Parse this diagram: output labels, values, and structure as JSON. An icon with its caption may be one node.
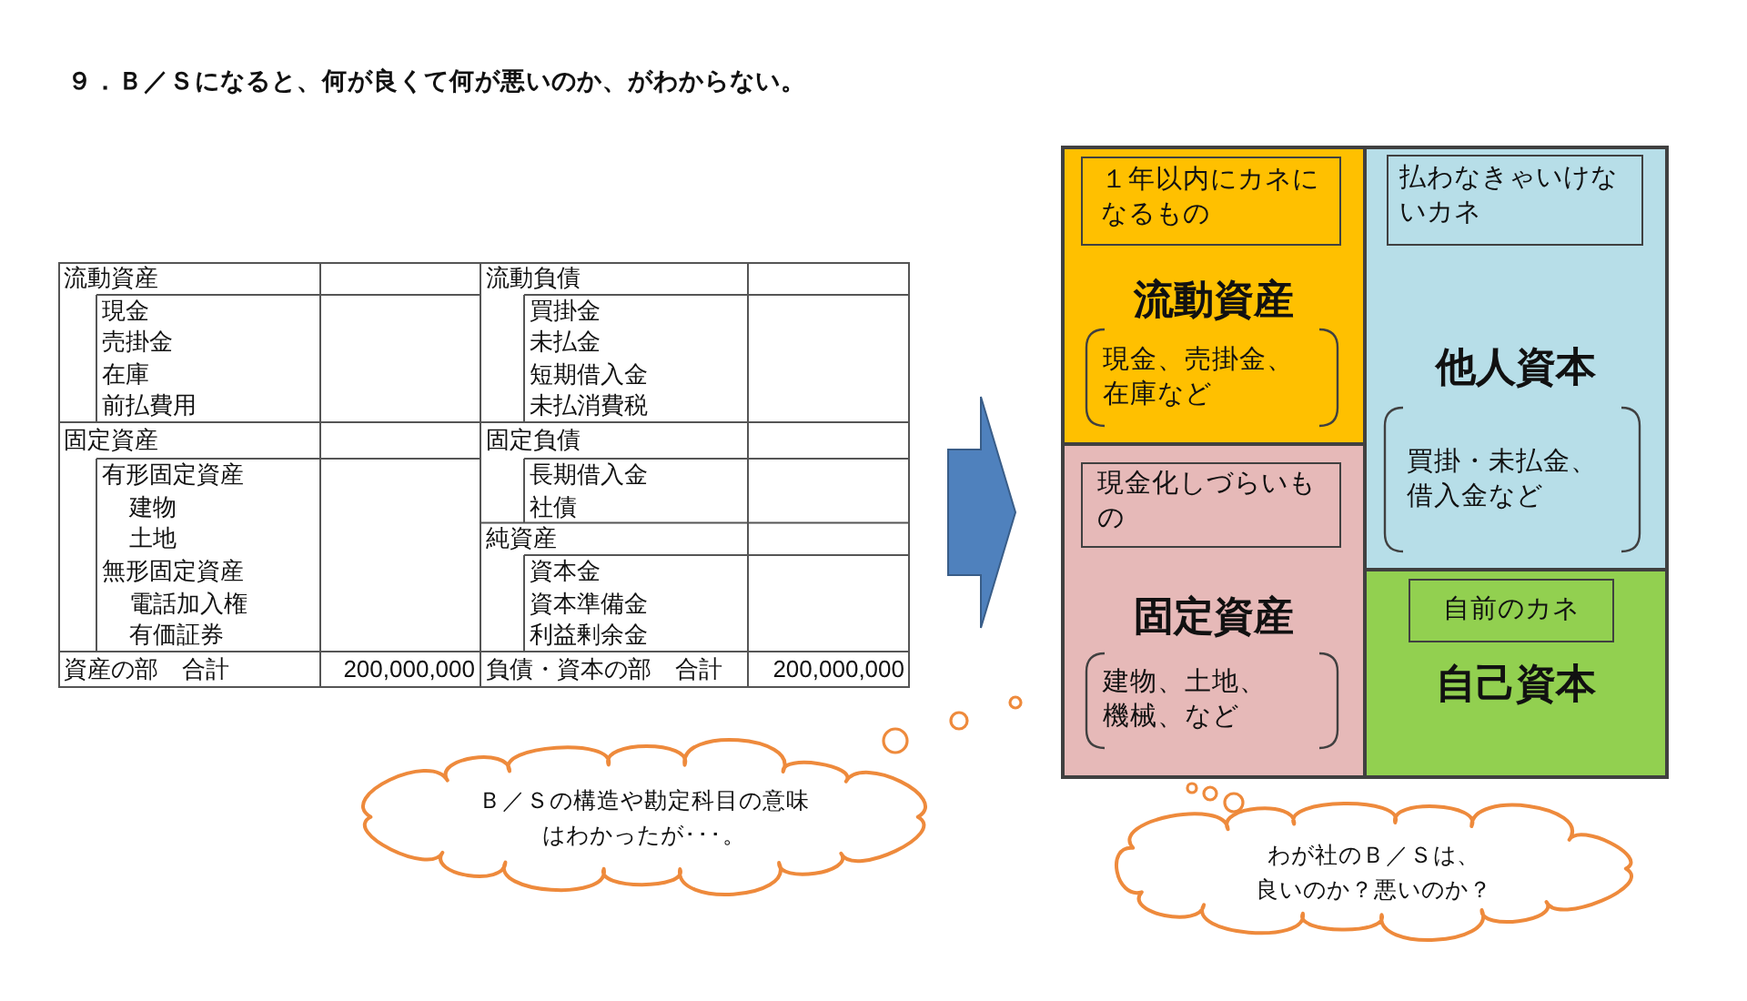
{
  "diagram": {
    "title": "９．Ｂ／Ｓになると、何が良くて何が悪いのか、がわからない。",
    "nodes": [
      {
        "text": [
          "流動資産",
          "流動負債",
          "現金",
          "買掛金",
          "売掛金",
          "未払金",
          "在庫",
          "短期借入金",
          "前払費用",
          "未払消費税",
          "固定資産",
          "固定負債",
          "有形固定資産",
          "長期借入金",
          "建物",
          "社債",
          "土地",
          "純資産",
          "無形固定資産",
          "資本金",
          "電話加入権",
          "資本準備金",
          "有価証券",
          "利益剰余金",
          "資産の部　合計",
          "200,000,000",
          "負債・資本の部　合計",
          "200,000,000"
        ]
      },
      {
        "text": [],
        "shape": "box"
      },
      {
        "text": [
          "流動資産"
        ],
        "in": 1
      },
      {
        "text": [
          "１年以内にカネになるもの"
        ],
        "in": 2
      },
      {
        "text": [
          "現金、売掛金、在庫など"
        ],
        "in": 2
      },
      {
        "text": [
          "他人資本"
        ],
        "in": 1
      },
      {
        "text": [
          "払わなきゃいけないカネ"
        ],
        "in": 5
      },
      {
        "text": [
          "買掛・未払金、借入金など"
        ],
        "in": 5
      },
      {
        "text": [
          "固定資産"
        ],
        "in": 1
      },
      {
        "text": [
          "現金化しづらいもの"
        ],
        "in": 8
      },
      {
        "text": [
          "建物、土地、機械、など"
        ],
        "in": 8
      },
      {
        "text": [
          "自己資本"
        ],
        "in": 1
      },
      {
        "text": [
          "自前のカネ"
        ],
        "in": 11
      },
      {
        "text": [
          "Ｂ／Ｓの構造や勘定科目の意味はわかったが･･･。"
        ]
      },
      {
        "text": [
          "わが社のＢ／Ｓは、良いのか？悪いのか？"
        ]
      }
    ],
    "edges": [
      {
        "from": 0,
        "to": 1,
        "arrow": "to",
        "color": "#4f81bd"
      }
    ]
  }
}
